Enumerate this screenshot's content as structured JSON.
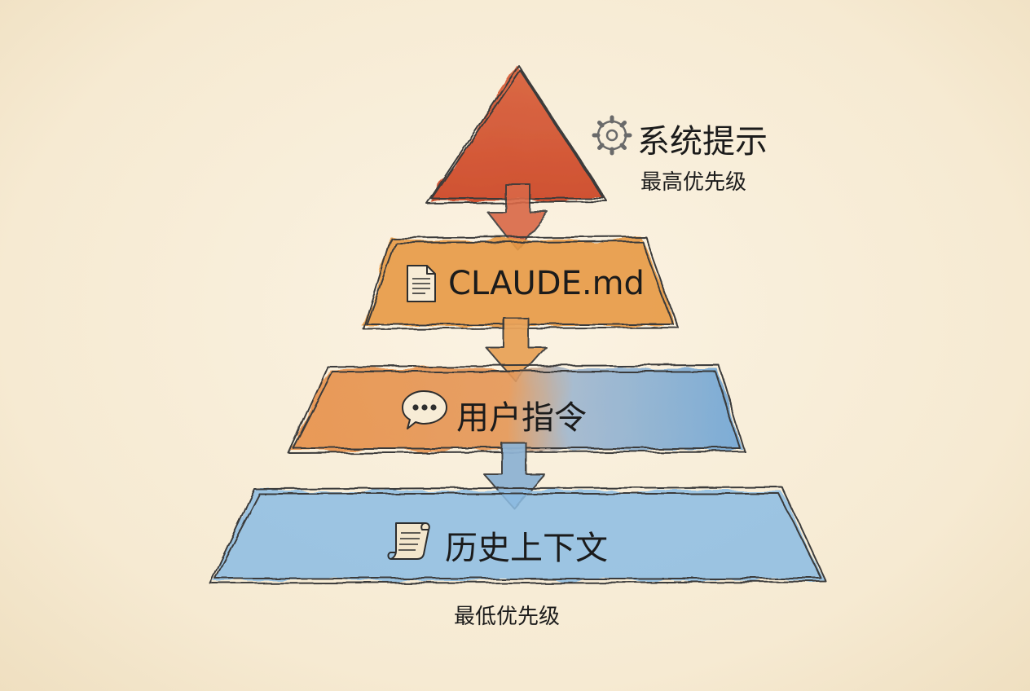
{
  "tiers": [
    {
      "label": "系统提示",
      "icon": "gear-icon",
      "note": "最高优先级",
      "color": "#d5512e"
    },
    {
      "label": "CLAUDE.md",
      "icon": "document-icon",
      "color": "#e89a45"
    },
    {
      "label": "用户指令",
      "icon": "chat-bubble-icon",
      "color_left": "#e8904a",
      "color_right": "#7fb0d8"
    },
    {
      "label": "历史上下文",
      "icon": "scroll-icon",
      "color": "#8cbde4"
    }
  ],
  "bottom_note": "最低优先级"
}
